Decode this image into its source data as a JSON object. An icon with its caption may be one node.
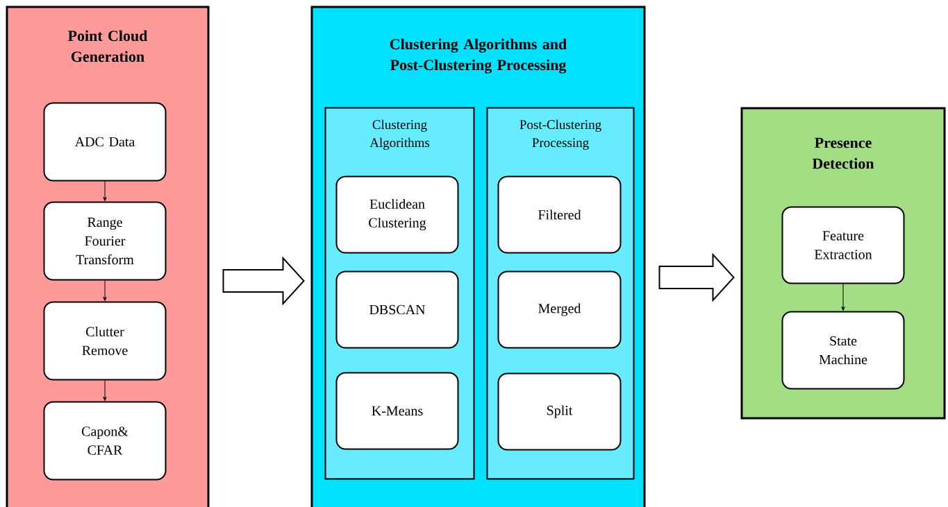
{
  "diagram": {
    "nodes": [
      {
        "text": [
          "Point Cloud Generation"
        ]
      },
      {
        "text": [
          "ADC Data"
        ],
        "in": 0
      },
      {
        "text": [
          "Range Fourier Transform"
        ],
        "in": 0
      },
      {
        "text": [
          "Clutter Remove"
        ],
        "in": 0
      },
      {
        "text": [
          "Capon& CFAR"
        ],
        "in": 0
      },
      {
        "text": [
          "Clustering Algorithms and Post-Clustering Processing"
        ]
      },
      {
        "text": [
          "Clustering Algorithms"
        ],
        "in": 5
      },
      {
        "text": [
          "Euclidean Clustering"
        ],
        "in": 6
      },
      {
        "text": [
          "DBSCAN"
        ],
        "in": 6
      },
      {
        "text": [
          "K-Means"
        ],
        "in": 6
      },
      {
        "text": [
          "Post-Clustering Processing"
        ],
        "in": 5
      },
      {
        "text": [
          "Filtered"
        ],
        "in": 10
      },
      {
        "text": [
          "Merged"
        ],
        "in": 10
      },
      {
        "text": [
          "Split"
        ],
        "in": 10
      },
      {
        "text": [
          "Presence Detection"
        ]
      },
      {
        "text": [
          "Feature Extraction"
        ],
        "in": 14
      },
      {
        "text": [
          "State Machine"
        ],
        "in": 14
      }
    ],
    "edges": [
      {
        "from": 1,
        "to": 2,
        "arrow": "to"
      },
      {
        "from": 2,
        "to": 3,
        "arrow": "to"
      },
      {
        "from": 3,
        "to": 4,
        "arrow": "to"
      },
      {
        "from": 0,
        "to": 5,
        "arrow": "to",
        "style": "thick"
      },
      {
        "from": 5,
        "to": 14,
        "arrow": "to",
        "style": "thick"
      },
      {
        "from": 15,
        "to": 16,
        "arrow": "to"
      }
    ]
  }
}
